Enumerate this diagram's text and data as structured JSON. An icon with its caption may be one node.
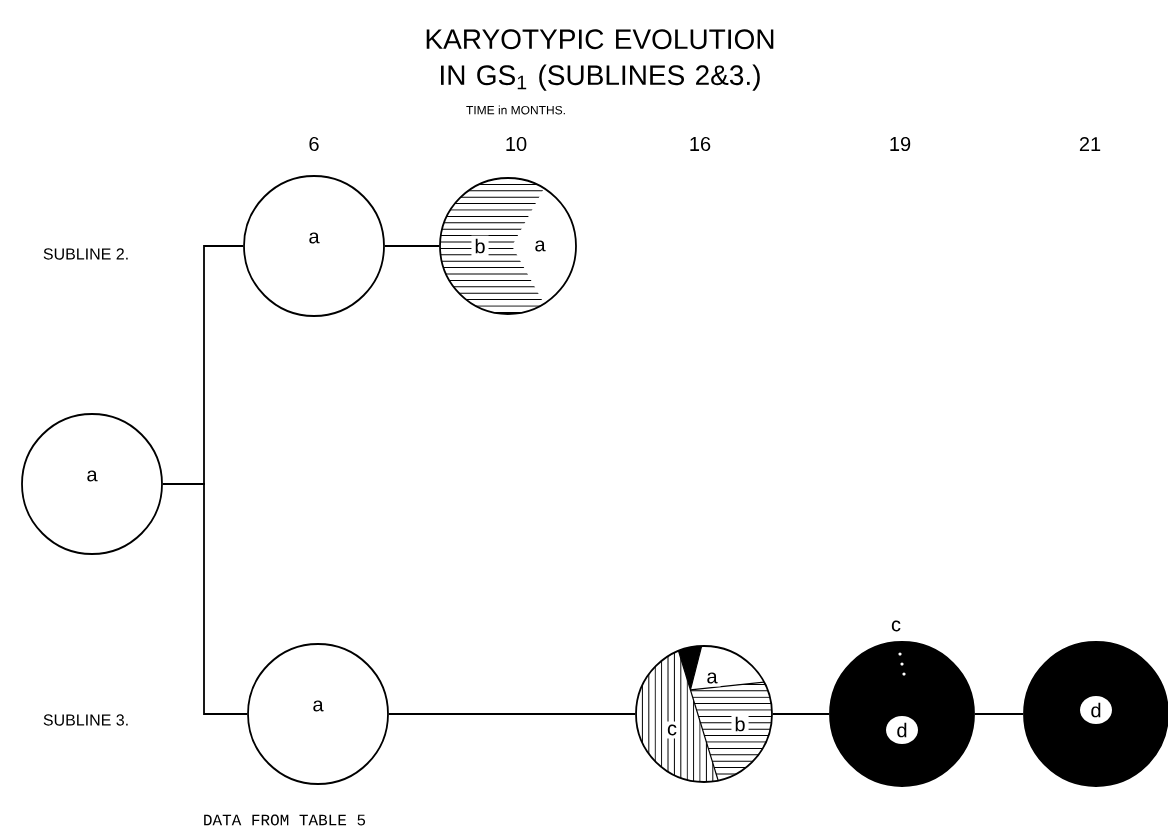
{
  "diagram": {
    "title": "KARYOTYPIC EVOLUTION IN GS$_{1}$ (SUBLINES 2&3.)",
    "nodes": [
      {
        "text": [
          "a"
        ]
      },
      {
        "text": [
          "a"
        ]
      },
      {
        "text": [
          "b",
          "a"
        ]
      },
      {
        "text": [
          "a"
        ]
      },
      {
        "text": [
          "c",
          "a",
          "b"
        ]
      },
      {
        "text": [
          "d"
        ],
        "beside": [
          "c"
        ]
      },
      {
        "text": [
          "d"
        ]
      }
    ],
    "edges": [
      {
        "from": 0,
        "to": 1,
        "arrow": "none"
      },
      {
        "from": 0,
        "to": 3,
        "arrow": "none"
      },
      {
        "from": 1,
        "to": 2,
        "arrow": "none"
      },
      {
        "from": 3,
        "to": 4,
        "arrow": "none"
      },
      {
        "from": 4,
        "to": 5,
        "arrow": "none"
      },
      {
        "from": 5,
        "to": 6,
        "arrow": "none"
      }
    ],
    "labels": [
      "TIME in MONTHS.",
      "6",
      "10",
      "16",
      "19",
      "21",
      "SUBLINE 2.",
      "SUBLINE 3.",
      "DATA FROM TABLE 5"
    ]
  }
}
